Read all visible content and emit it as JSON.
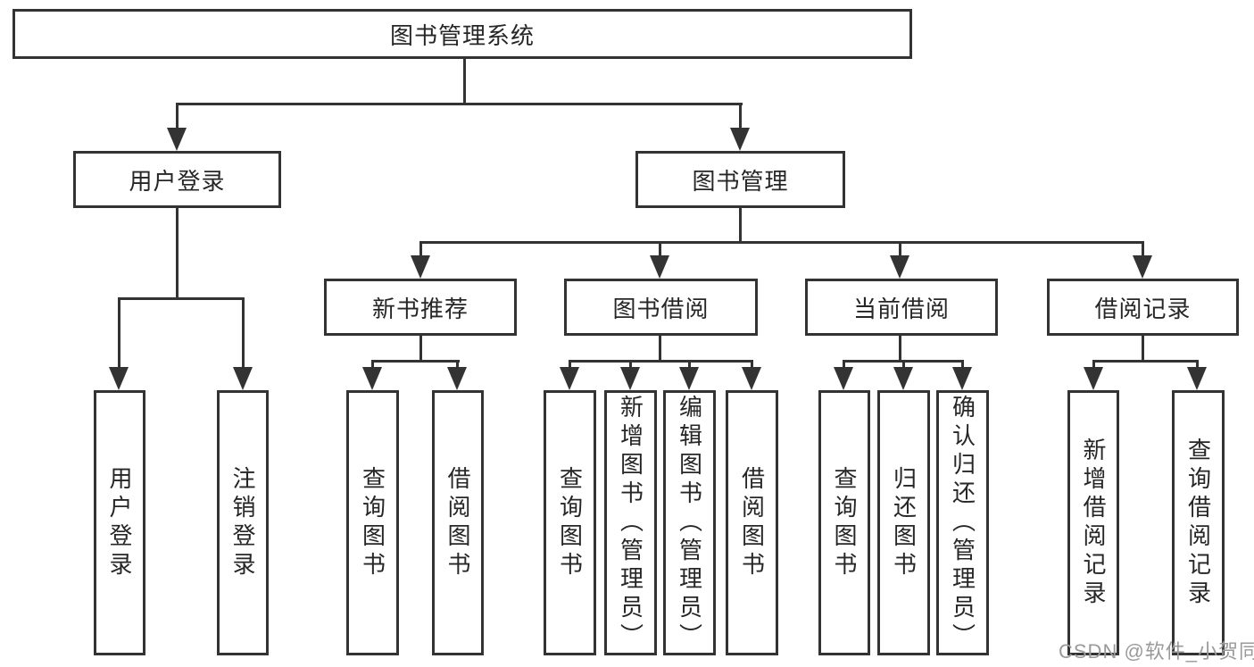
{
  "colors": {
    "line": "#333333",
    "box_border": "#333333",
    "text": "#262626",
    "watermark": "#9a9a9a",
    "background": "#ffffff"
  },
  "diagram": {
    "root": {
      "label": "图书管理系统"
    },
    "user_login": {
      "label": "用户登录",
      "children": [
        {
          "label": "用户登录"
        },
        {
          "label": "注销登录"
        }
      ]
    },
    "book_mgmt": {
      "label": "图书管理",
      "children": [
        {
          "label": "新书推荐",
          "children": [
            {
              "label": "查询图书"
            },
            {
              "label": "借阅图书"
            }
          ]
        },
        {
          "label": "图书借阅",
          "children": [
            {
              "label": "查询图书"
            },
            {
              "label": "新增图书（管理员）"
            },
            {
              "label": "编辑图书（管理员）"
            },
            {
              "label": "借阅图书"
            }
          ]
        },
        {
          "label": "当前借阅",
          "children": [
            {
              "label": "查询图书"
            },
            {
              "label": "归还图书"
            },
            {
              "label": "确认归还（管理员）"
            }
          ]
        },
        {
          "label": "借阅记录",
          "children": [
            {
              "label": "新增借阅记录"
            },
            {
              "label": "查询借阅记录"
            }
          ]
        }
      ]
    }
  },
  "watermark": {
    "text": "CSDN @软件_小贺同学"
  }
}
